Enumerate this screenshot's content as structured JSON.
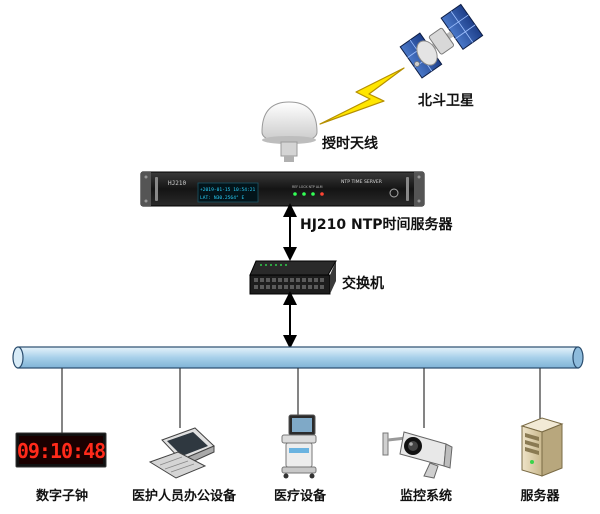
{
  "labels": {
    "satellite": "北斗卫星",
    "antenna": "授时天线",
    "server": "HJ210 NTP时间服务器",
    "switch": "交换机"
  },
  "server_panel": {
    "brand": "HJ210",
    "title": "NTP TIME SERVER",
    "display_line1": "+2019-01-15 10:54:21",
    "display_line2": "LAT: N30.2564° E",
    "indicator_labels": "REF LOCK NTP ALM"
  },
  "clock_display": "09:10:48",
  "devices": [
    {
      "id": "digital-clock",
      "label": "数字子钟"
    },
    {
      "id": "office-equipment",
      "label": "医护人员办公设备"
    },
    {
      "id": "medical-equipment",
      "label": "医疗设备"
    },
    {
      "id": "monitoring-system",
      "label": "监控系统"
    },
    {
      "id": "server",
      "label": "服务器"
    }
  ],
  "colors": {
    "bus_fill": "#b9d9ee",
    "bus_stroke": "#2a4d6e",
    "lightning": "#ffe600",
    "clock_digits": "#ff2a1a",
    "server_display": "#2ad4ff"
  }
}
